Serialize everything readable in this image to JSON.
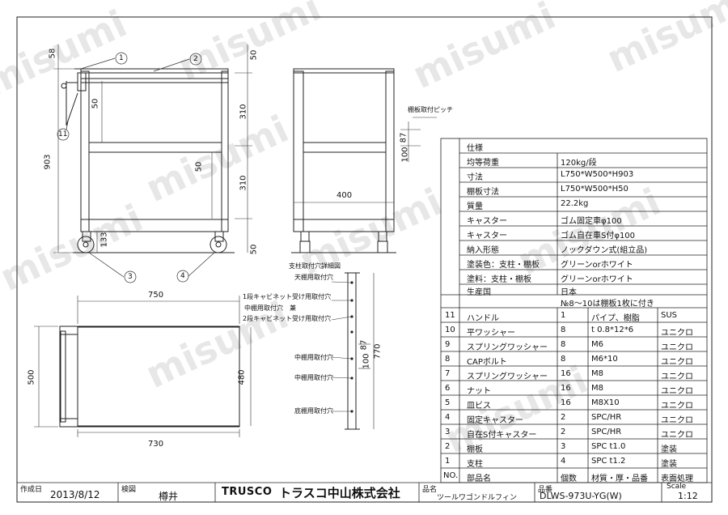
{
  "drawing": {
    "dims": {
      "top_gap": "58",
      "right_top": "50",
      "shelf_pitch_a": "310",
      "shelf_pitch_b": "310",
      "bottom_gap": "50",
      "total_height": "903",
      "inner_50_a": "50",
      "inner_50_b": "50",
      "caster_height": "133",
      "side_depth": "400",
      "pitch_87": "87",
      "pitch_100": "100",
      "plan_width_outer": "750",
      "plan_width_inner": "730",
      "plan_depth_outer": "500",
      "plan_depth_inner": "480",
      "post_height": "770",
      "detail_87": "87",
      "detail_100": "100"
    },
    "balloons": [
      "1",
      "2",
      "3",
      "4",
      "11"
    ],
    "pitch_label": "棚板取付ピッチ",
    "detail": {
      "title": "支柱取付穴詳細図",
      "top_hole": "天棚用取付穴",
      "cab1": "1段キャビネット受け用取付穴",
      "mid_hole_and": "中棚用取付穴　兼",
      "cab2": "2段キャビネット受け用取付穴",
      "mid1": "中棚用取付穴",
      "mid2": "中棚用取付穴",
      "bottom_hole": "底棚用取付穴"
    }
  },
  "spec": {
    "header": "仕様",
    "rows": [
      {
        "label": "均等荷重",
        "value": "120kg/段"
      },
      {
        "label": "寸法",
        "value": "L750*W500*H903"
      },
      {
        "label": "棚板寸法",
        "value": "L750*W500*H50"
      },
      {
        "label": "質量",
        "value": "22.2kg"
      },
      {
        "label": "キャスター",
        "value": "ゴム固定車φ100"
      },
      {
        "label": "キャスター",
        "value": "ゴム自在車S付φ100"
      },
      {
        "label": "納入形態",
        "value": "ノックダウン式(組立品)"
      },
      {
        "label": "塗装色：支柱・棚板",
        "value": "グリーンorホワイト"
      },
      {
        "label": "塗料：支柱・棚板",
        "value": "グリーンorホワイト"
      },
      {
        "label": "生産国",
        "value": "日本"
      },
      {
        "label": "",
        "value": "№8～10は棚板1枚に付き"
      }
    ]
  },
  "parts": {
    "header": [
      "NO.",
      "部品名",
      "個数",
      "材質・厚・品番",
      "表面処理"
    ],
    "rows": [
      {
        "no": "11",
        "name": "ハンドル",
        "qty": "1",
        "mat": "パイプ、樹脂",
        "finish": "SUS"
      },
      {
        "no": "10",
        "name": "平ワッシャー",
        "qty": "8",
        "mat": "t 0.8*12*6",
        "finish": "ユニクロ"
      },
      {
        "no": "9",
        "name": "スプリングワッシャー",
        "qty": "8",
        "mat": "M6",
        "finish": "ユニクロ"
      },
      {
        "no": "8",
        "name": "CAPボルト",
        "qty": "8",
        "mat": "M6*10",
        "finish": "ユニクロ"
      },
      {
        "no": "7",
        "name": "スプリングワッシャー",
        "qty": "16",
        "mat": "M8",
        "finish": "ユニクロ"
      },
      {
        "no": "6",
        "name": "ナット",
        "qty": "16",
        "mat": "M8",
        "finish": "ユニクロ"
      },
      {
        "no": "5",
        "name": "皿ビス",
        "qty": "16",
        "mat": "M8X10",
        "finish": "ユニクロ"
      },
      {
        "no": "4",
        "name": "固定キャスター",
        "qty": "2",
        "mat": "SPC/HR",
        "finish": "ユニクロ"
      },
      {
        "no": "3",
        "name": "自在S付キャスター",
        "qty": "2",
        "mat": "SPC/HR",
        "finish": "ユニクロ"
      },
      {
        "no": "2",
        "name": "棚板",
        "qty": "3",
        "mat": "SPC t1.0",
        "finish": "塗装"
      },
      {
        "no": "1",
        "name": "支柱",
        "qty": "4",
        "mat": "SPC t1.2",
        "finish": "塗装"
      }
    ]
  },
  "titleblock": {
    "created_label": "作成日",
    "created_value": "2013/8/12",
    "check_label": "検図",
    "check_value": "樽井",
    "brand": "TRUSCO",
    "company": "トラスコ中山株式会社",
    "name_label": "品名",
    "name_value": "ツールワゴンドルフィン",
    "code_label": "品番",
    "code_value": "DLWS-973U-YG(W)",
    "scale_label": "Scale",
    "scale_value": "1:12"
  },
  "watermark": "misumi"
}
